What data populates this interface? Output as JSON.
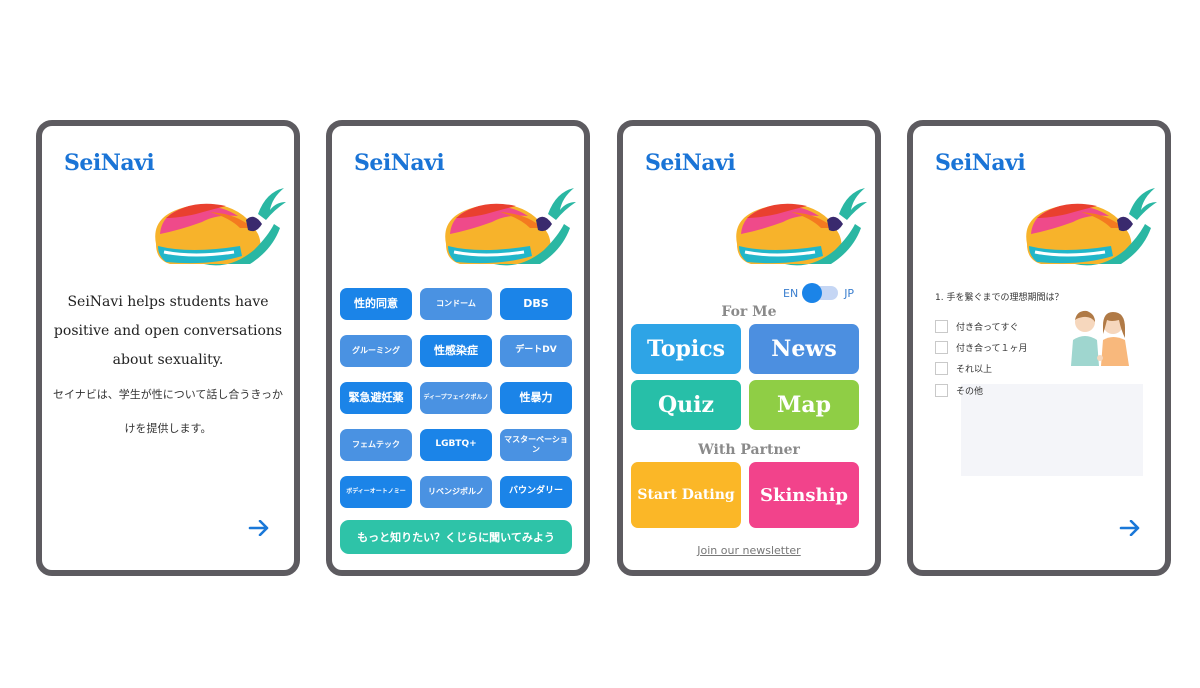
{
  "app": {
    "brand": "SeiNavi"
  },
  "screen1": {
    "intro_en": "SeiNavi helps students have positive and open conversations about sexuality.",
    "intro_jp": "セイナビは、学生が性について話し合うきっかけを提供します。"
  },
  "screen2": {
    "topics": [
      {
        "label": "性的同意"
      },
      {
        "label": "コンドーム"
      },
      {
        "label": "DBS"
      },
      {
        "label": "グルーミング"
      },
      {
        "label": "性感染症"
      },
      {
        "label": "デートDV"
      },
      {
        "label": "緊急避妊薬"
      },
      {
        "label": "ディープフェイクポルノ"
      },
      {
        "label": "性暴力"
      },
      {
        "label": "フェムテック"
      },
      {
        "label": "LGBTQ+"
      },
      {
        "label": "マスターベーション"
      },
      {
        "label": "ボディーオートノミー"
      },
      {
        "label": "リベンジポルノ"
      },
      {
        "label": "バウンダリー"
      }
    ],
    "ask_whale": "もっと知りたい？くじらに聞いてみよう"
  },
  "screen3": {
    "lang_en": "EN",
    "lang_jp": "JP",
    "for_me": "For Me",
    "buttons_for_me": [
      {
        "label": "Topics",
        "color": "#2ea4e6"
      },
      {
        "label": "News",
        "color": "#4c8fe0"
      },
      {
        "label": "Quiz",
        "color": "#27bfa8"
      },
      {
        "label": "Map",
        "color": "#8fce45"
      }
    ],
    "with_partner": "With Partner",
    "buttons_partner": [
      {
        "label": "Start Dating",
        "color": "#fbb727"
      },
      {
        "label": "Skinship",
        "color": "#f2438b"
      }
    ],
    "newsletter": "Join our newsletter"
  },
  "screen4": {
    "question": "1. 手を繋ぐまでの理想期間は？",
    "options": [
      "付き合ってすぐ",
      "付き合って１ヶ月",
      "それ以上",
      "その他"
    ]
  },
  "icons": {
    "arrow": "arrow-right-icon",
    "whale": "whale-logo",
    "couple": "couple-illustration"
  },
  "colors": {
    "brand_blue": "#1a74d6",
    "tag_blue": "#1b84e8",
    "teal": "#2ec3a8",
    "frame": "#5d5b60"
  }
}
